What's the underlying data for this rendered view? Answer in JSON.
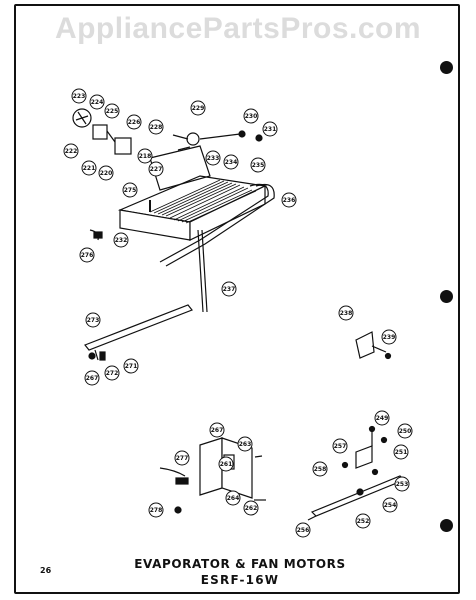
{
  "watermark": "AppliancePartsPros.com",
  "title_line1": "EVAPORATOR & FAN MOTORS",
  "title_line2": "ESRF-16W",
  "page_number": "26",
  "callouts": [
    "223",
    "224",
    "225",
    "226",
    "222",
    "221",
    "220",
    "229",
    "228",
    "218",
    "227",
    "230",
    "231",
    "233",
    "234",
    "235",
    "236",
    "275",
    "232",
    "276",
    "237",
    "273",
    "267",
    "272",
    "271",
    "238",
    "239",
    "267",
    "263",
    "277",
    "261",
    "264",
    "262",
    "278",
    "249",
    "250",
    "257",
    "251",
    "258",
    "253",
    "254",
    "252",
    "256"
  ]
}
